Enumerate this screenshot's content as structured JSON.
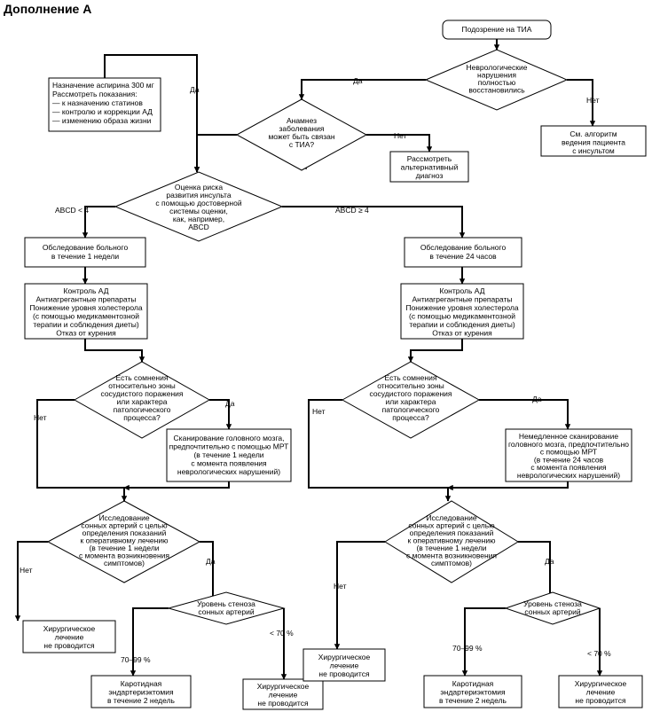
{
  "title": "Дополнение А",
  "nodes": {
    "start": [
      "Подозрение на ТИА"
    ],
    "q1": [
      "Неврологические",
      "нарушения",
      "полностью",
      "восстановились"
    ],
    "stroke": [
      "См. алгоритм",
      "ведения пациента",
      "с инсультом"
    ],
    "q2": [
      "Анамнез",
      "заболевания",
      "может быть связан",
      "с ТИА?"
    ],
    "alt": [
      "Рассмотреть",
      "альтернативный",
      "диагноз"
    ],
    "aspirin": [
      "Назначение аспирина 300 мг",
      "Рассмотреть показания:",
      "— к назначению статинов",
      "— контролю и коррекции АД",
      "— изменению образа жизни"
    ],
    "risk": [
      "Оценка риска",
      "развития инсульта",
      "с помощью достоверной",
      "системы оценки,",
      "как, например,",
      "ABCD"
    ],
    "exam_l": [
      "Обследование больного",
      "в течение 1 недели"
    ],
    "exam_r": [
      "Обследование больного",
      "в течение 24 часов"
    ],
    "treat_l": [
      "Контроль АД",
      "Антиагрегантные препараты",
      "Понижение уровня холестерола",
      "(с помощью медикаментозной",
      "терапии и соблюдения диеты)",
      "Отказ от курения"
    ],
    "treat_r": [
      "Контроль АД",
      "Антиагрегантные препараты",
      "Понижение уровня холестерола",
      "(с помощью медикаментозной",
      "терапии и соблюдения диеты)",
      "Отказ от курения"
    ],
    "doubt_l": [
      "Есть сомнения",
      "относительно зоны",
      "сосудистого поражения",
      "или характера",
      "патологического",
      "процесса?"
    ],
    "doubt_r": [
      "Есть сомнения",
      "относительно зоны",
      "сосудистого поражения",
      "или характера",
      "патологического",
      "процесса?"
    ],
    "scan_l": [
      "Сканирование головного мозга,",
      "предпочтительно с помощью МРТ",
      "(в течение 1 недели",
      "с момента появления",
      "неврологических нарушений)"
    ],
    "scan_r": [
      "Немедленное сканирование",
      "головного мозга, предпочтительно",
      "с помощью МРТ",
      "(в течение 24 часов",
      "с момента появления",
      "неврологических нарушений)"
    ],
    "carotid_l": [
      "Исследование",
      "сонных артерий с целью",
      "определения показаний",
      "к оперативному лечению",
      "(в течение 1 недели",
      "с момента возникновения",
      "симптомов)"
    ],
    "carotid_r": [
      "Исследование",
      "сонных артерий с целью",
      "определения показаний",
      "к оперативному лечению",
      "(в течение 1 недели",
      "с момента возникновения",
      "симптомов)"
    ],
    "nosurg_l1": [
      "Хирургическое",
      "лечение",
      "не проводится"
    ],
    "nosurg_r1": [
      "Хирургическое",
      "лечение",
      "не проводится"
    ],
    "sten_l": [
      "Уровень стеноза",
      "сонных артерий"
    ],
    "sten_r": [
      "Уровень стеноза",
      "сонных артерий"
    ],
    "endo_l": [
      "Каротидная",
      "эндартериэктомия",
      "в течение 2 недель"
    ],
    "endo_r": [
      "Каротидная",
      "эндартериэктомия",
      "в течение 2 недель"
    ],
    "nosurg_l2": [
      "Хирургическое",
      "лечение",
      "не проводится"
    ],
    "nosurg_r2": [
      "Хирургическое",
      "лечение",
      "не проводится"
    ]
  },
  "labels": {
    "q1_yes": "Да",
    "q1_no": "Нет",
    "q2_yes": "Да",
    "q2_no": "Нет",
    "abcd_low": "ABCD < 4",
    "abcd_high": "ABCD ≥ 4",
    "doubt_l_yes": "Да",
    "doubt_l_no": "Нет",
    "doubt_r_yes": "Да",
    "doubt_r_no": "Нет",
    "carotid_l_no": "Нет",
    "carotid_l_yes": "Да",
    "carotid_r_no": "Нет",
    "carotid_r_yes": "Да",
    "sten_l_high": "70–99 %",
    "sten_l_low": "< 70 %",
    "sten_r_high": "70–99 %",
    "sten_r_low": "< 70 %"
  }
}
